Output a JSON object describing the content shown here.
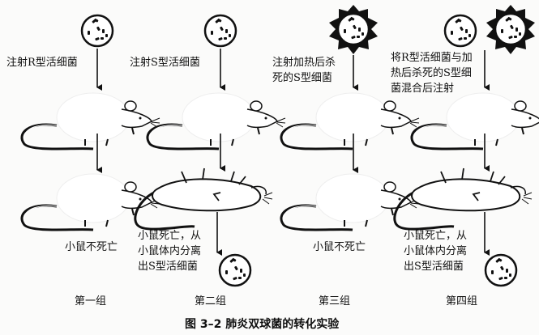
{
  "groups": [
    {
      "treatment": "注射R型活细菌",
      "result": "小鼠不死亡",
      "label": "第一组"
    },
    {
      "treatment": "注射S型活细菌",
      "result": "小鼠死亡，从\n小鼠体内分离\n出S型活细菌",
      "label": "第二组"
    },
    {
      "treatment": "注射加热后杀\n死的S型细菌",
      "result": "小鼠不死亡",
      "label": "第三组"
    },
    {
      "treatment": "将R型活细菌与加\n热后杀死的S型细\n菌混合后注射",
      "result": "小鼠死亡，从\n小鼠体内分离\n出S型活细菌",
      "label": "第四组"
    }
  ],
  "caption": "图 3–2  肺炎双球菌的转化实验"
}
